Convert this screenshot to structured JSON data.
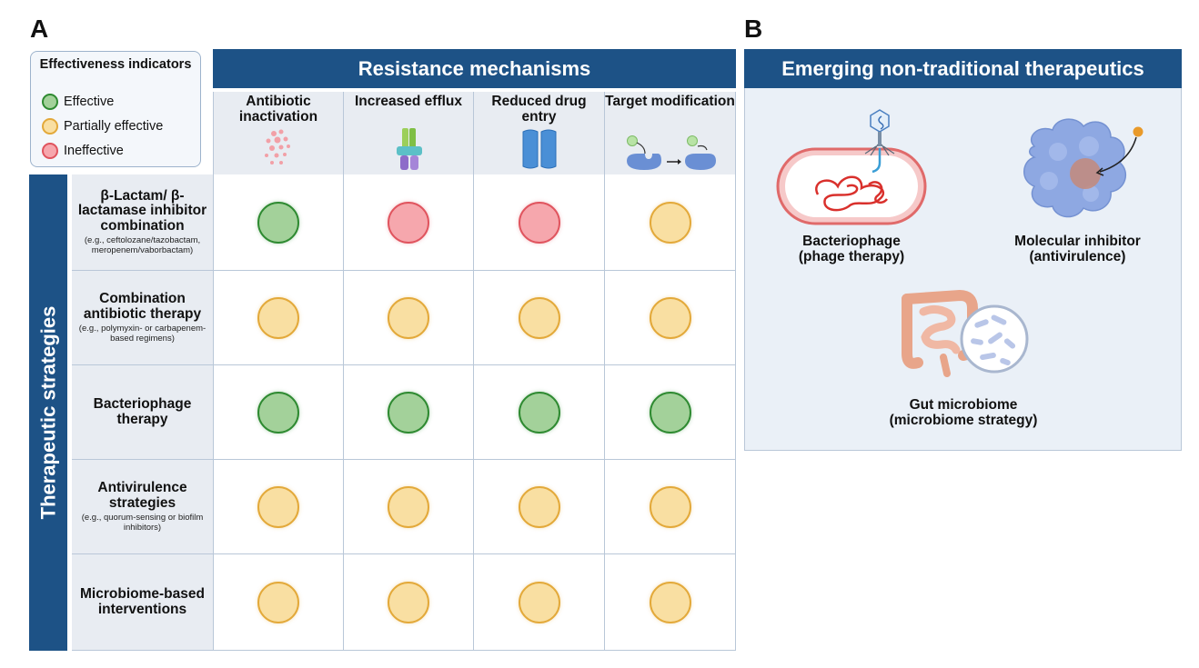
{
  "panels": {
    "a": "A",
    "b": "B"
  },
  "legend": {
    "title": "Effectiveness indicators",
    "items": [
      {
        "label": "Effective",
        "color": "#2e8a31"
      },
      {
        "label": "Partially effective",
        "color": "#e3a93a"
      },
      {
        "label": "Ineffective",
        "color": "#e0545e"
      }
    ]
  },
  "resistance_header": "Resistance mechanisms",
  "therapeutic_header": "Therapeutic strategies",
  "columns": [
    "Antibiotic inactivation",
    "Increased efflux",
    "Reduced drug entry",
    "Target modification"
  ],
  "rows": [
    {
      "label": "β-Lactam/ β-lactamase inhibitor combination",
      "note": "(e.g., ceftolozane/tazobactam, meropenem/vaborbactam)",
      "values": [
        "effective",
        "ineffective",
        "ineffective",
        "partial"
      ]
    },
    {
      "label": "Combination antibiotic therapy",
      "note": "(e.g., polymyxin- or carbapenem-based regimens)",
      "values": [
        "partial",
        "partial",
        "partial",
        "partial"
      ]
    },
    {
      "label": "Bacteriophage therapy",
      "note": "",
      "values": [
        "effective",
        "effective",
        "effective",
        "effective"
      ]
    },
    {
      "label": "Antivirulence strategies",
      "note": "(e.g., quorum-sensing or biofilm inhibitors)",
      "values": [
        "partial",
        "partial",
        "partial",
        "partial"
      ]
    },
    {
      "label": "Microbiome-based interventions",
      "note": "",
      "values": [
        "partial",
        "partial",
        "partial",
        "partial"
      ]
    }
  ],
  "panel_b": {
    "title": "Emerging non-traditional therapeutics",
    "items": [
      {
        "name": "Bacteriophage",
        "detail": "(phage therapy)"
      },
      {
        "name": "Molecular inhibitor",
        "detail": "(antivirulence)"
      },
      {
        "name": "Gut microbiome",
        "detail": "(microbiome strategy)"
      }
    ]
  }
}
